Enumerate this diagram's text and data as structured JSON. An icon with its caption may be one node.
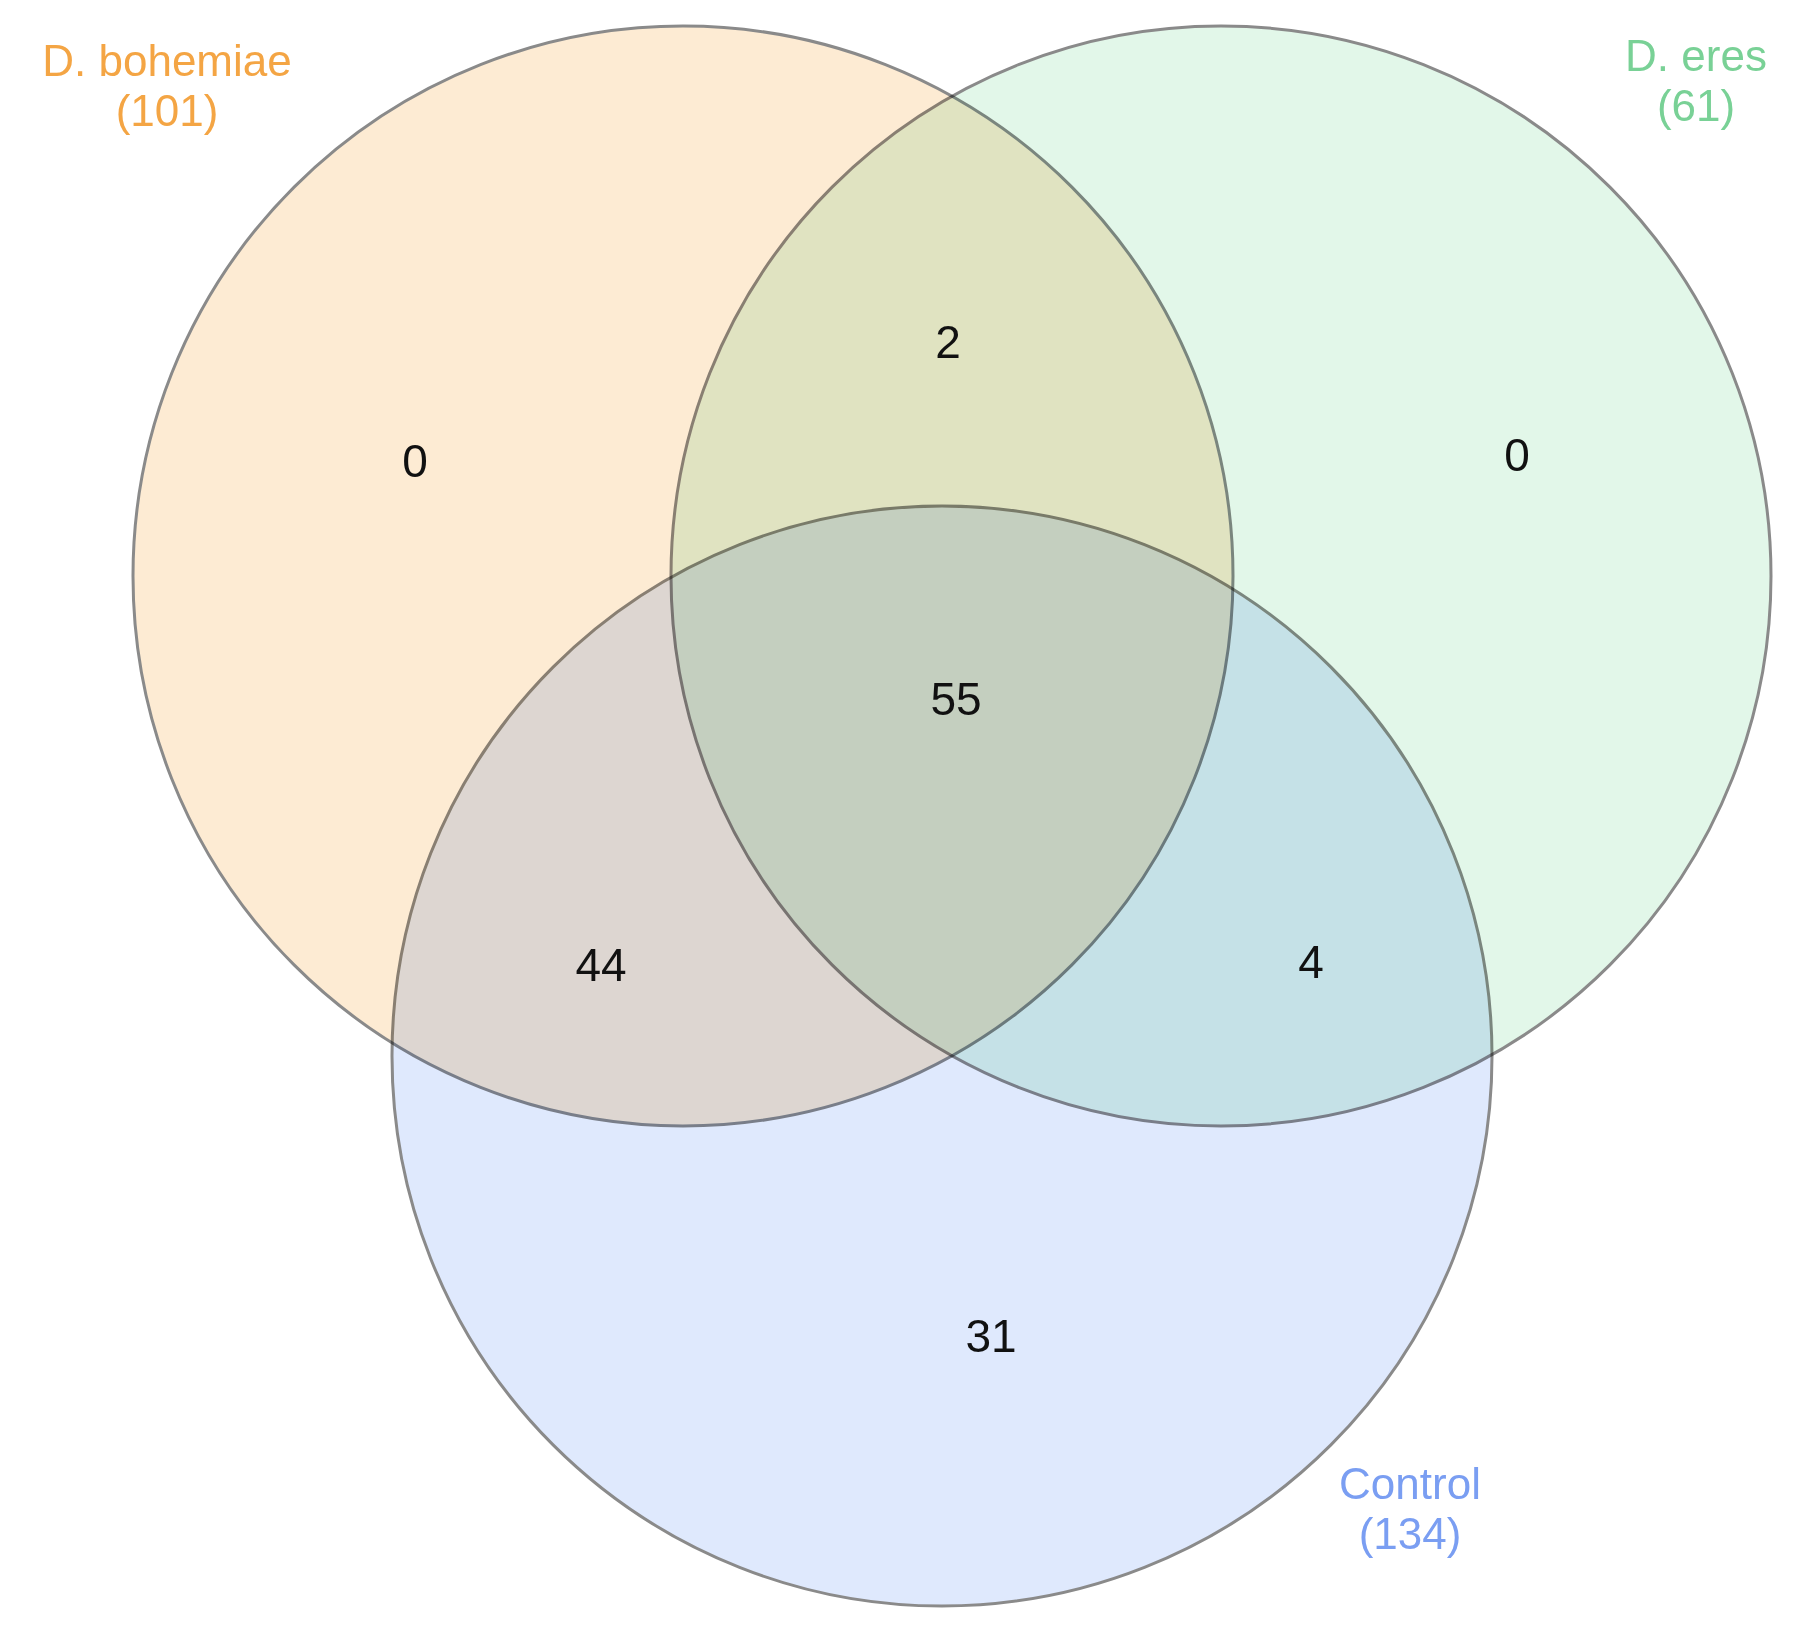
{
  "diagram": {
    "nodes": [
      {
        "text": [
          "D. bohemiae (101)"
        ]
      },
      {
        "text": [
          "D. eres (61)"
        ]
      },
      {
        "text": [
          "Control (134)"
        ]
      }
    ],
    "edges": [],
    "labels": [
      "2",
      "0",
      "0",
      "55",
      "44",
      "4",
      "31"
    ]
  }
}
